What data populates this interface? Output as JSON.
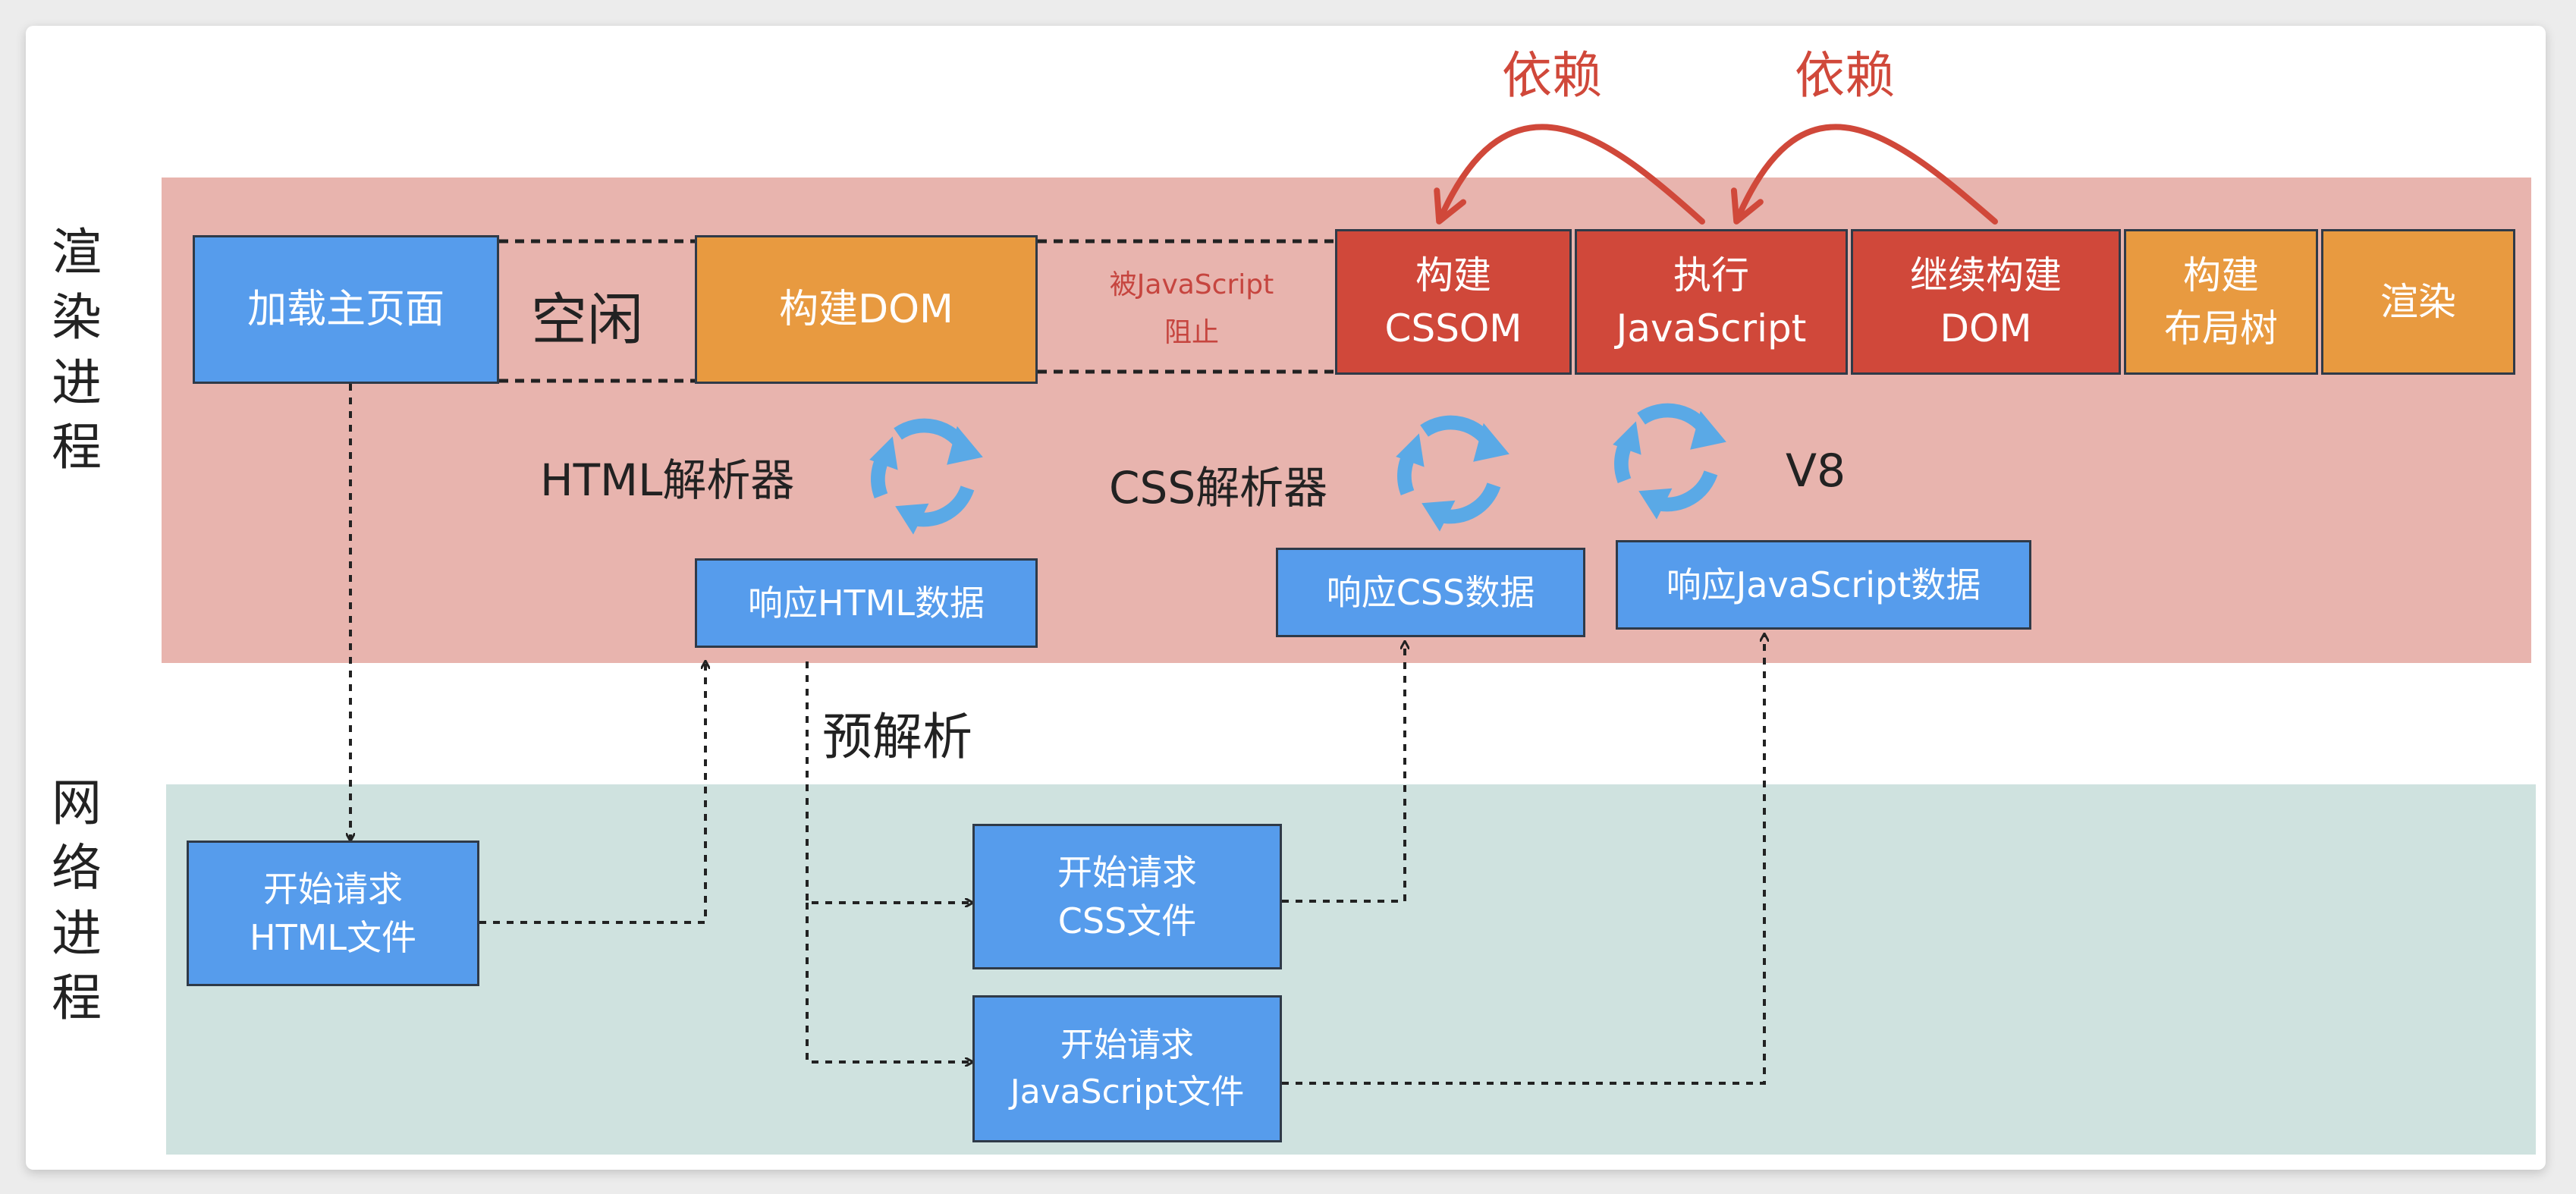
{
  "labels": {
    "render_process": [
      "渲",
      "染",
      "进",
      "程"
    ],
    "network_process": [
      "网",
      "络",
      "进",
      "程"
    ],
    "idle": "空闲",
    "blocked_by_js": [
      "被JavaScript",
      "阻止"
    ],
    "html_parser": "HTML解析器",
    "css_parser": "CSS解析器",
    "v8": "V8",
    "preparse": "预解析",
    "depends_left": "依赖",
    "depends_right": "依赖"
  },
  "render_pipeline": {
    "load_main_page": [
      "加载主页面"
    ],
    "build_dom": [
      "构建DOM"
    ],
    "build_cssom": [
      "构建",
      "CSSOM"
    ],
    "exec_js": [
      "执行",
      "JavaScript"
    ],
    "continue_dom": [
      "继续构建",
      "DOM"
    ],
    "build_layout_tree": [
      "构建",
      "布局树"
    ],
    "render": [
      "渲染"
    ]
  },
  "responses": {
    "html": "响应HTML数据",
    "css": "响应CSS数据",
    "js": "响应JavaScript数据"
  },
  "network": {
    "req_html": [
      "开始请求",
      "HTML文件"
    ],
    "req_css": [
      "开始请求",
      "CSS文件"
    ],
    "req_js": [
      "开始请求",
      "JavaScript文件"
    ]
  },
  "colors": {
    "render_band": "#e8b4ae",
    "network_band": "#cfe2df",
    "blue_box": "#569cec",
    "orange_box": "#e89a40",
    "red_box": "#d0483a",
    "cycle_arrow": "#5aa9e6",
    "dependency_arrow": "#d0483a"
  },
  "icons": {
    "cycle": "circular-arrows-icon",
    "dependency": "curved-arrow-icon"
  }
}
